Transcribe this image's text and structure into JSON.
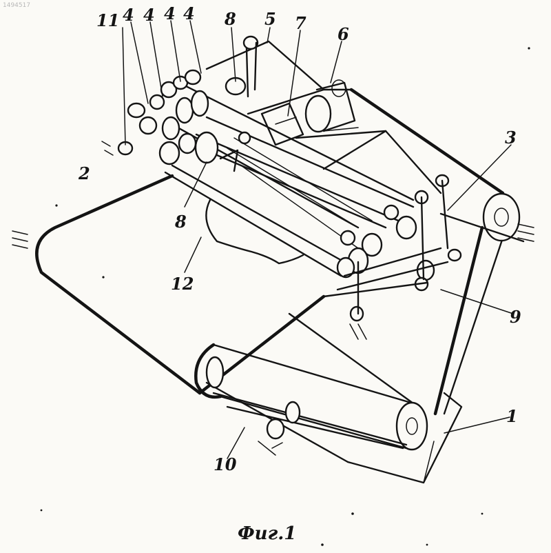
{
  "watermark": "1494517",
  "labels": {
    "l1": "1",
    "l2": "2",
    "l3": "3",
    "l4a": "4",
    "l4b": "4",
    "l4c": "4",
    "l4d": "4",
    "l5": "5",
    "l6": "6",
    "l7": "7",
    "l8a": "8",
    "l8b": "8",
    "l9": "9",
    "l10": "10",
    "l11": "11",
    "l12": "12"
  },
  "caption": "Фиг.1"
}
